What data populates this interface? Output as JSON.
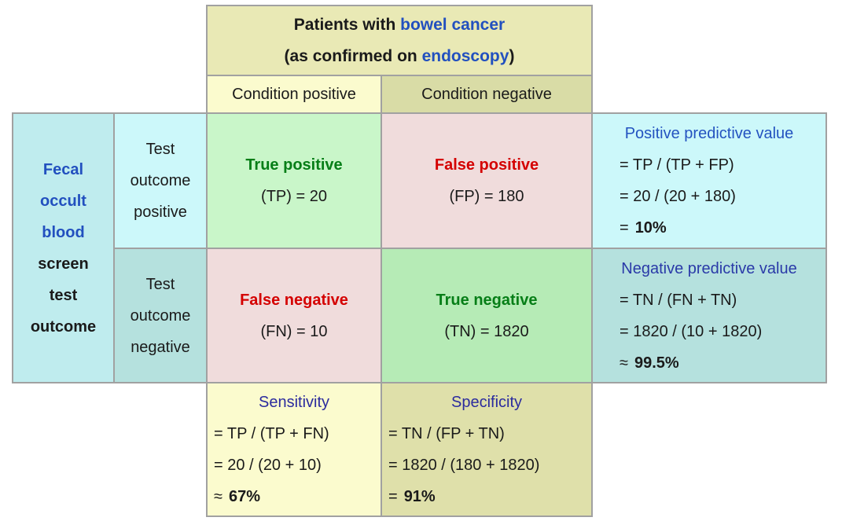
{
  "colors": {
    "header_bg": "#e9e9b5",
    "condition_positive_bg": "#fbfbce",
    "condition_negative_bg": "#d9dca6",
    "row_header_bg": "#bfecee",
    "test_positive_bg": "#ccf8fa",
    "test_negative_bg": "#b5e1de",
    "true_positive_bg": "#c9f6c9",
    "false_positive_bg": "#f0dcdc",
    "false_negative_bg": "#f0dcdc",
    "true_negative_bg": "#b6ebb6",
    "ppv_bg": "#ccf8fa",
    "npv_bg": "#b5e1de",
    "sensitivity_bg": "#fbfbce",
    "specificity_bg": "#dfe0aa",
    "link_blue": "#2250bf",
    "metric_title_blue": "#2b2b9e",
    "true_green": "#067e17",
    "false_red": "#d40000",
    "border_gray": "#a1a1a1"
  },
  "header": {
    "line1_text": "Patients with ",
    "line1_link": "bowel cancer",
    "line2_pre": "(as confirmed on ",
    "line2_link": "endoscopy",
    "line2_post": ")"
  },
  "condition": {
    "positive": "Condition positive",
    "negative": "Condition negative"
  },
  "row_header": {
    "blue_lines": [
      "Fecal",
      "occult",
      "blood"
    ],
    "black_lines": [
      "screen",
      "test",
      "outcome"
    ]
  },
  "test_rows": {
    "positive_lines": [
      "Test",
      "outcome",
      "positive"
    ],
    "negative_lines": [
      "Test",
      "outcome",
      "negative"
    ]
  },
  "cells": {
    "tp": {
      "label": "True positive",
      "value": "(TP) = 20"
    },
    "fp": {
      "label": "False positive",
      "value": "(FP) = 180"
    },
    "fn": {
      "label": "False negative",
      "value": "(FN) = 10"
    },
    "tn": {
      "label": "True negative",
      "value": "(TN) = 1820"
    }
  },
  "metrics": {
    "ppv": {
      "title": "Positive predictive value",
      "line1": "= TP / (TP + FP)",
      "line2": "= 20 / (20 + 180)",
      "result_prefix": "=",
      "result_value": "10%"
    },
    "npv": {
      "title": "Negative predictive value",
      "line1": "= TN / (FN + TN)",
      "line2": "= 1820 / (10 + 1820)",
      "result_prefix": "≈",
      "result_value": "99.5%"
    },
    "sensitivity": {
      "title": "Sensitivity",
      "line1": "= TP / (TP + FN)",
      "line2": "= 20 / (20 + 10)",
      "result_prefix": "≈",
      "result_value": "67%"
    },
    "specificity": {
      "title": "Specificity",
      "line1": "= TN / (FP + TN)",
      "line2": "= 1820 / (180 + 1820)",
      "result_prefix": "=",
      "result_value": "91%"
    }
  }
}
